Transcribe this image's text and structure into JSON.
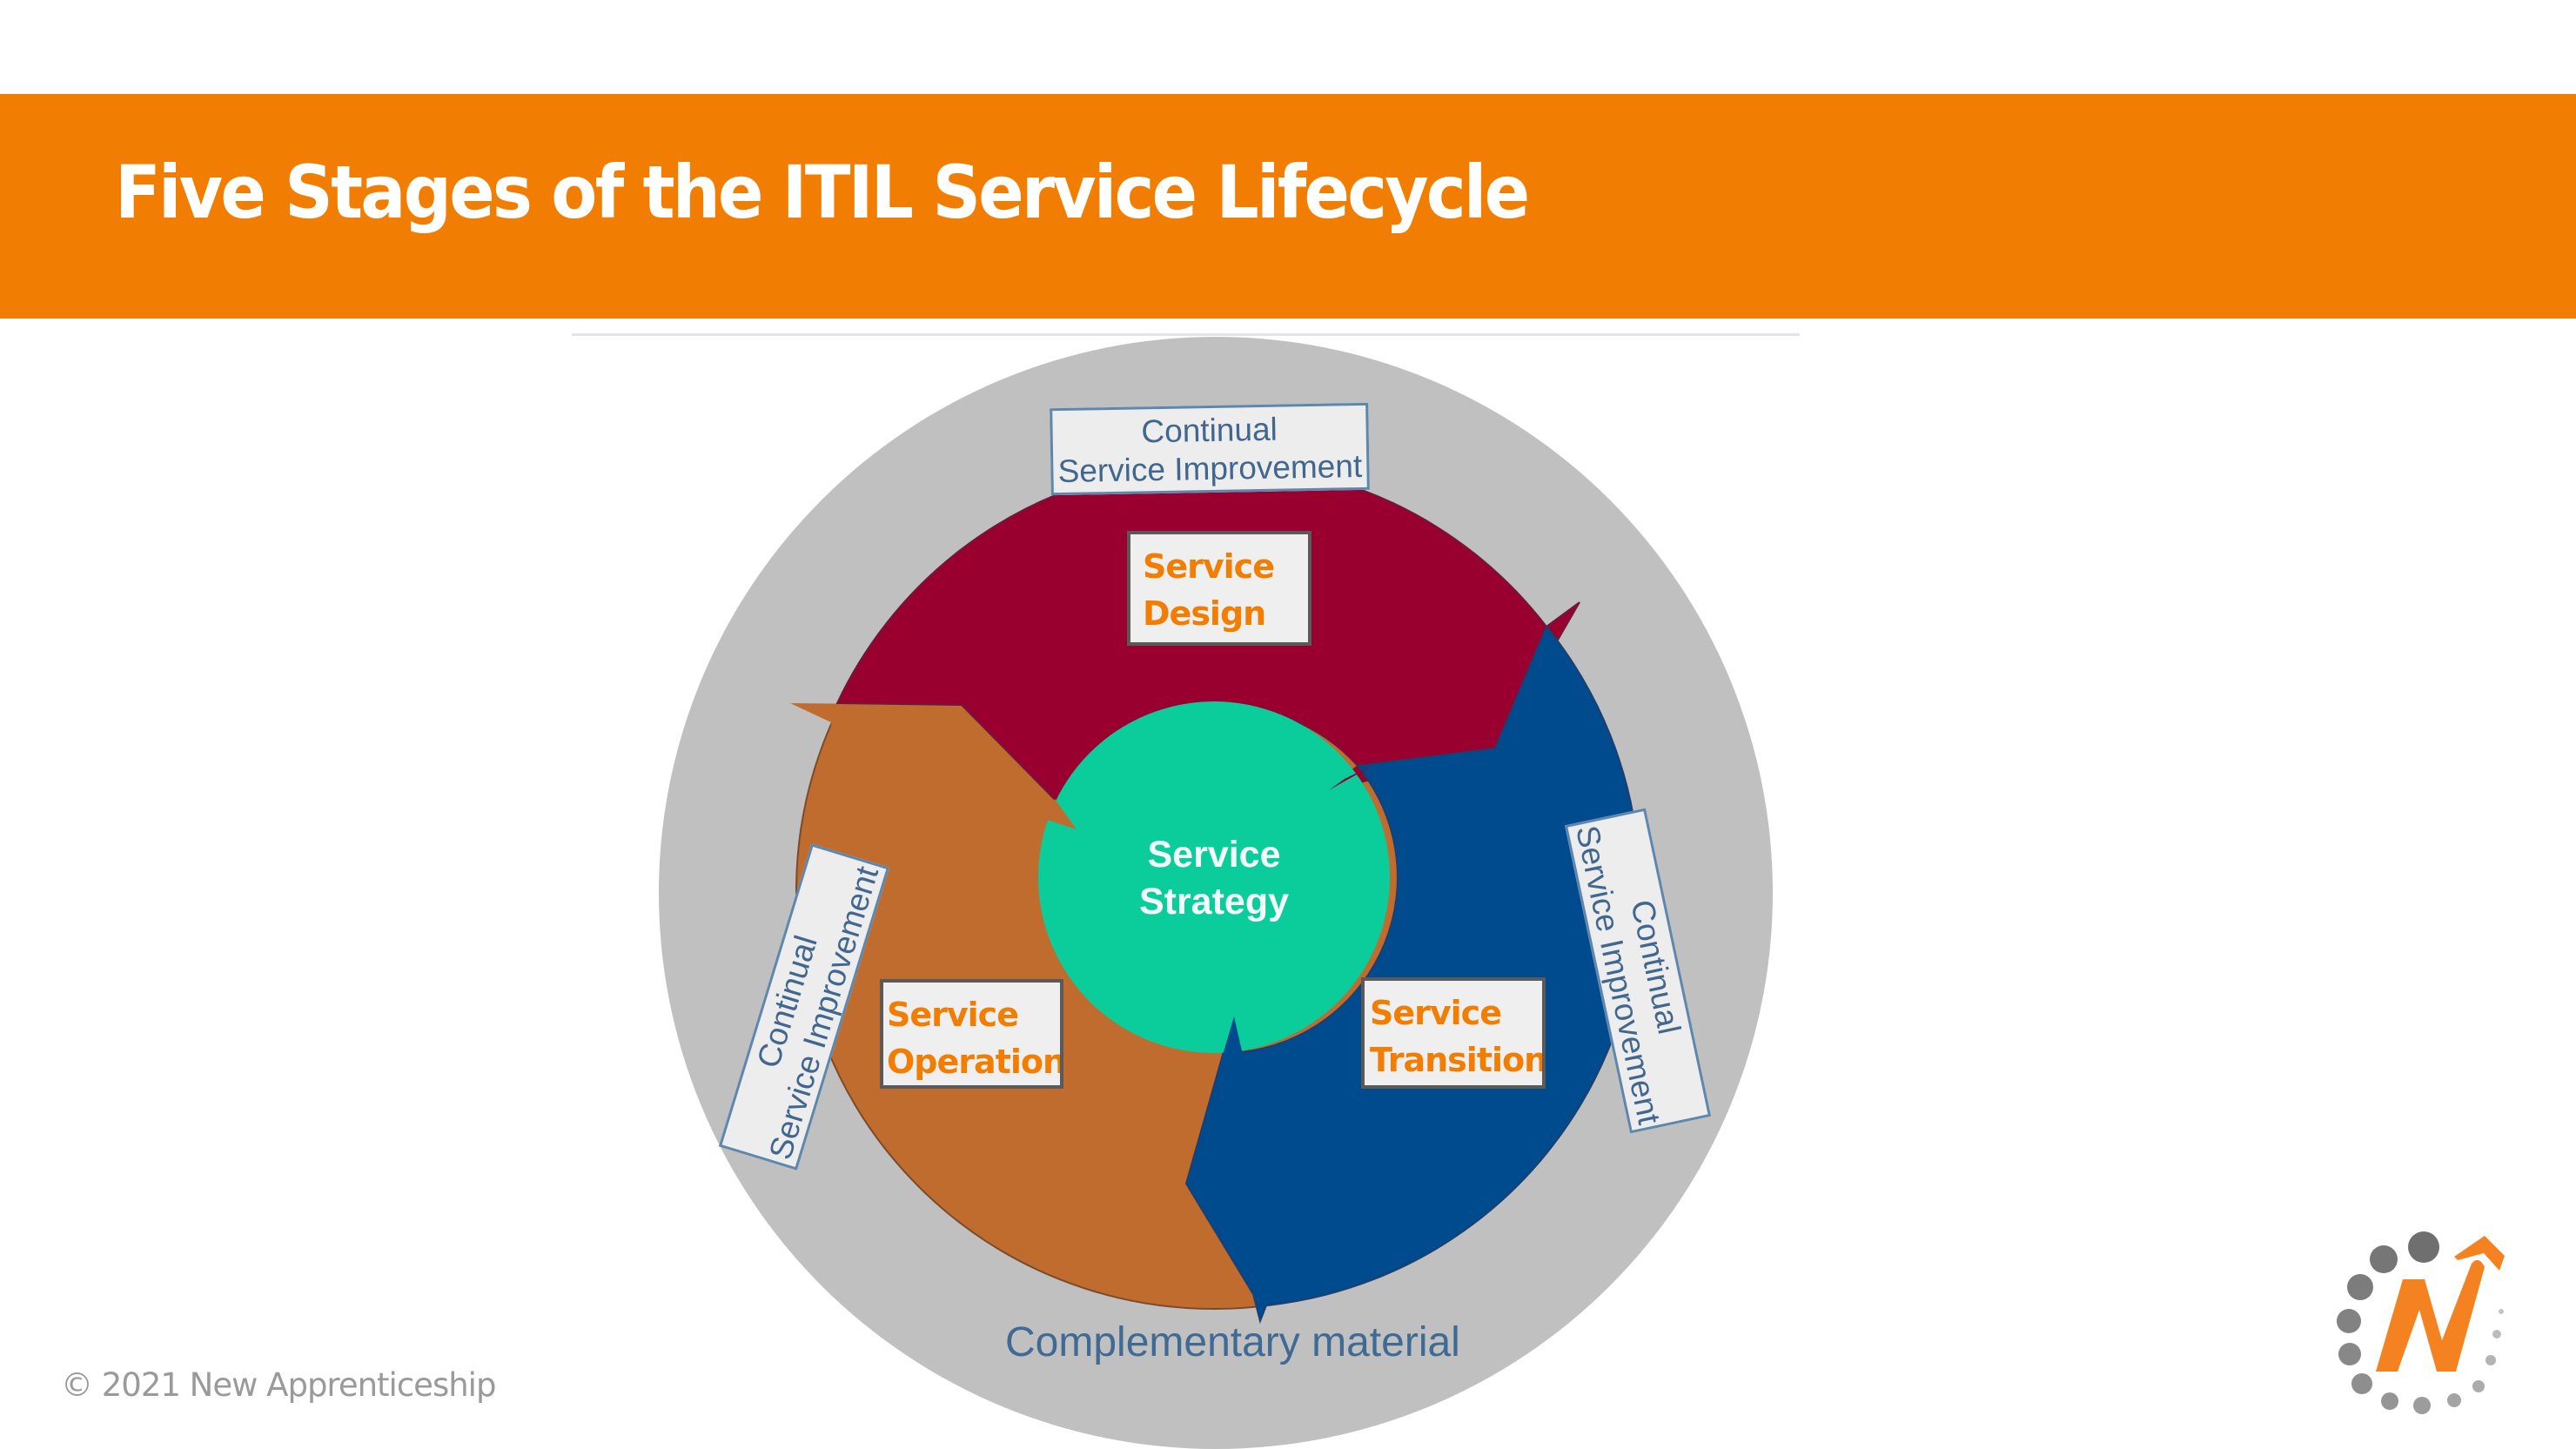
{
  "header": {
    "title": "Five Stages of the ITIL Service Lifecycle"
  },
  "diagram": {
    "center": {
      "label": "Service Strategy"
    },
    "stages": [
      {
        "id": "design",
        "label": "Service\nDesign"
      },
      {
        "id": "operation",
        "label": "Service\nOperation"
      },
      {
        "id": "transition",
        "label": "Service\nTransition"
      }
    ],
    "csi_labels": {
      "top": {
        "line1": "Continual",
        "line2": "Service Improvement"
      },
      "left": {
        "line1": "Continual",
        "line2": "Service Improvement"
      },
      "right": {
        "line1": "Continual",
        "line2": "Service Improvement"
      }
    },
    "outer_label": "Complementary material",
    "colors": {
      "outer_ring": "#c0c0c0",
      "design": "#990030",
      "transition": "#004a8e",
      "operation": "#c06c2e",
      "strategy": "#0bcc9b",
      "stage_text": "#f27d03",
      "csi_text": "#41678f"
    }
  },
  "footer": {
    "copyright": "© 2021 New Apprenticeship"
  },
  "logo": {
    "text": "N",
    "brand_color": "#f58220",
    "dot_color": "#7a7a7a"
  }
}
